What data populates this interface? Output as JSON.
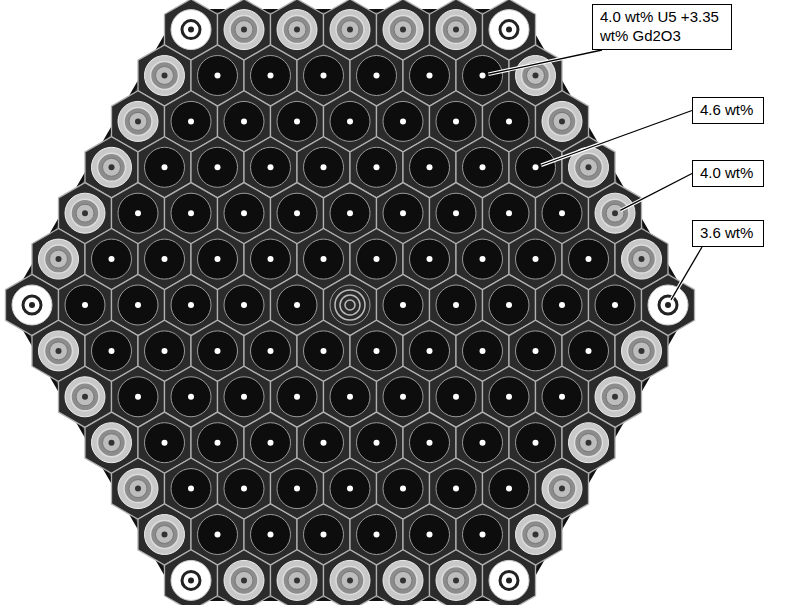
{
  "diagram": {
    "nodes": [
      {
        "text": [
          "4.0 wt% U5 +3.35 wt% Gd2O3"
        ]
      },
      {
        "text": [
          "4.6 wt%"
        ]
      },
      {
        "text": [
          "4.0 wt%"
        ]
      },
      {
        "text": [
          "3.6 wt%"
        ]
      }
    ]
  }
}
